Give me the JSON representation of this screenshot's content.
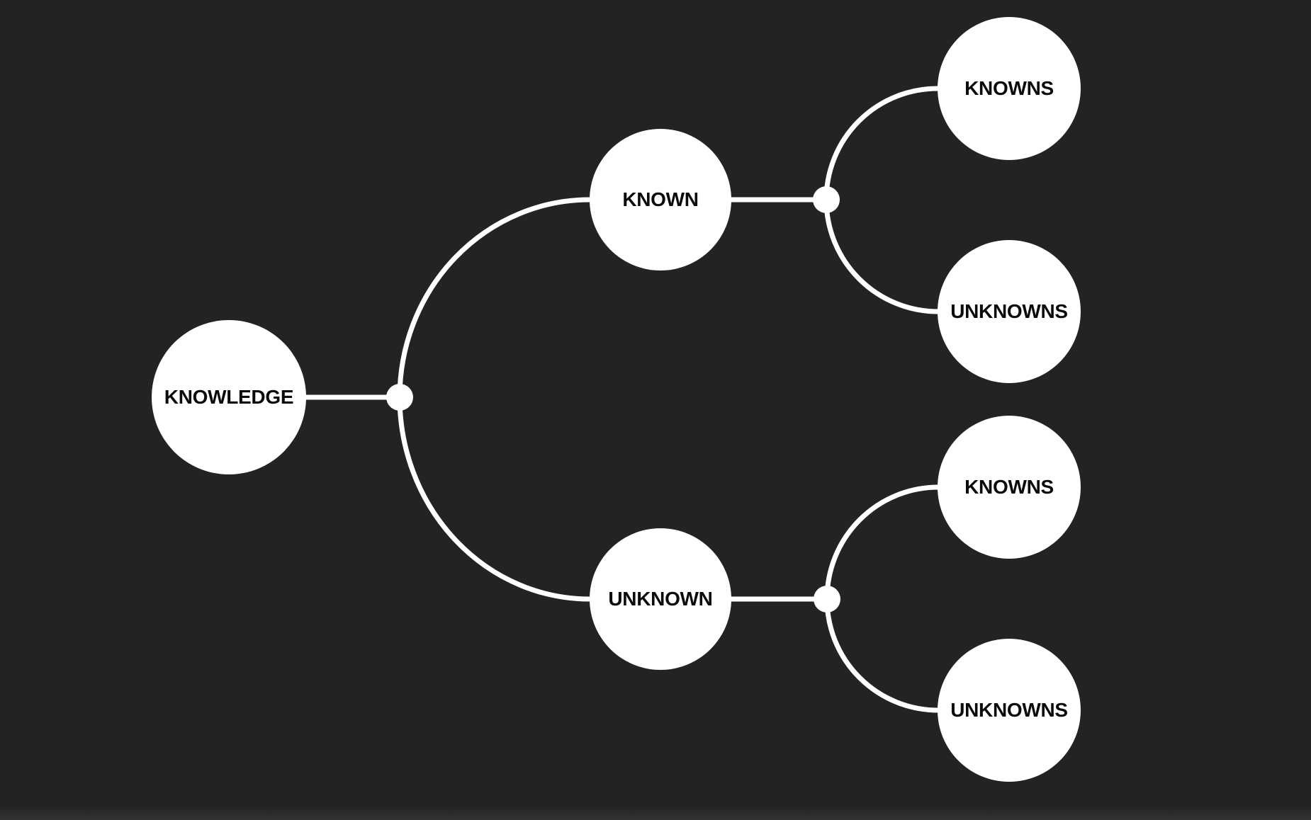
{
  "colors": {
    "background": "#232323",
    "node_fill": "#ffffff",
    "node_text": "#0b0b0b",
    "connector": "#ffffff"
  },
  "nodes": [
    {
      "id": "knowledge",
      "label": "KNOWLEDGE",
      "level": 0
    },
    {
      "id": "known",
      "label": "KNOWN",
      "level": 1
    },
    {
      "id": "unknown",
      "label": "UNKNOWN",
      "level": 1
    },
    {
      "id": "known-knowns",
      "label": "KNOWNS",
      "level": 2
    },
    {
      "id": "known-unknowns",
      "label": "UNKNOWNS",
      "level": 2
    },
    {
      "id": "unknown-knowns",
      "label": "KNOWNS",
      "level": 2
    },
    {
      "id": "unknown-unknowns",
      "label": "UNKNOWNS",
      "level": 2
    }
  ],
  "edges": [
    {
      "from": "knowledge",
      "to": "known"
    },
    {
      "from": "knowledge",
      "to": "unknown"
    },
    {
      "from": "known",
      "to": "known-knowns"
    },
    {
      "from": "known",
      "to": "known-unknowns"
    },
    {
      "from": "unknown",
      "to": "unknown-knowns"
    },
    {
      "from": "unknown",
      "to": "unknown-unknowns"
    }
  ]
}
